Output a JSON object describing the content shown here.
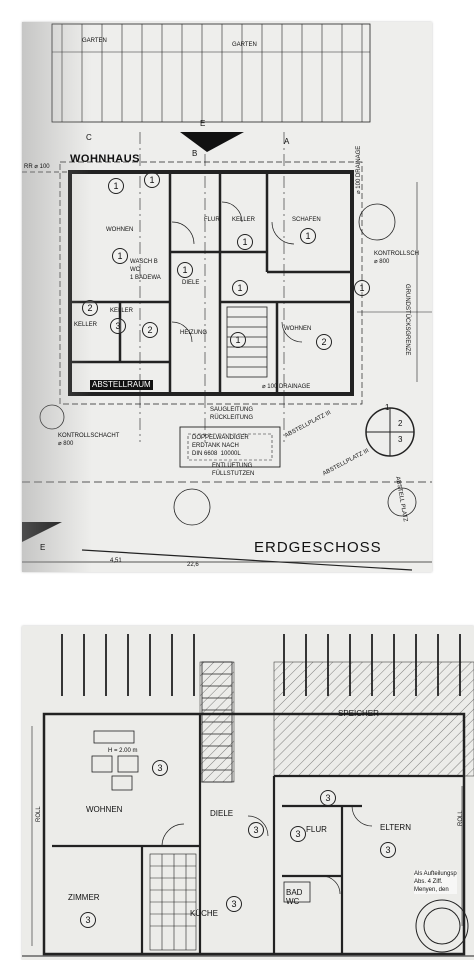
{
  "top_plan": {
    "labels": {
      "wohnhaus": "WOHNHAUS",
      "erdgeschoss": "ERDGESCHOSS",
      "garten_left": "GARTEN",
      "garten_right": "GARTEN",
      "wohnen_left": "WOHNEN",
      "flur": "FLUR",
      "keller_top": "KELLER",
      "schlafen": "SCHAFEN",
      "wasch": "WASCH B\nWC\n1 BADEWA",
      "keller_left": "KELLER",
      "keller_mid": "KELLER",
      "diele": "DIELE",
      "heizung": "HEIZUNG",
      "wohnen_right": "WOHNEN",
      "abstellraum": "ABSTELLRAUM",
      "kontrollschacht_left": "KONTROLLSCHACHT\n⌀ 800",
      "kontrollschacht_right": "KONTROLLSCH\n⌀ 800",
      "drainage_right": "⌀ 100 DRAINAGE",
      "drainage_bottom": "⌀ 100 DRAINAGE",
      "grundstuecksgrenze": "GRUNDSTÜCKSGRENZE",
      "sauglieferung": "SAUGLEITUNG\nRÜCKLEITUNG",
      "tank": "DOPPELWANDIGER\nERDTANK NACH\nDIN 6608  10000L",
      "entlueftung": "ENTLÜFTUNG\nFÜLLSTUTZEN",
      "abstellplatz_1": "ABSTELLPLATZ III",
      "abstellplatz_2": "ABSTELLPLATZ III",
      "abstellplatz_3": "ABSTELL PLATZ",
      "section_c": "C",
      "section_b": "B",
      "section_e_top": "E",
      "section_e_bottom": "E",
      "section_a": "A",
      "rr_dim": "RR ⌀ 100",
      "dim_bottom": "4,51",
      "dim_bottom2": "22,6",
      "compass_1": "1",
      "compass_2": "2",
      "compass_3": "3"
    },
    "marks": {
      "m1": "1",
      "m2": "1",
      "m3": "1",
      "m4": "1",
      "m5": "1",
      "m6": "1",
      "m7": "1",
      "m8": "1",
      "m9": "2",
      "m10": "3",
      "m11": "2",
      "m12": "1",
      "m13": "2"
    }
  },
  "bottom_plan": {
    "labels": {
      "speicher": "SPEICHER",
      "wohnen": "WOHNEN",
      "diele": "DIELE",
      "flur": "FLUR",
      "eltern": "ELTERN",
      "zimmer": "ZIMMER",
      "kueche": "KÜCHE",
      "bad": "BAD\nWC",
      "roll_left": "ROLL",
      "roll_right": "ROLL",
      "h200": "H = 2.00 m",
      "stamp": "Als Aufteilungsp\nAbs. 4 Ziff.\nMenyen, den"
    },
    "marks": {
      "b1": "3",
      "b2": "3",
      "b3": "3",
      "b4": "3",
      "b5": "3",
      "b6": "3",
      "b7": "3"
    }
  }
}
